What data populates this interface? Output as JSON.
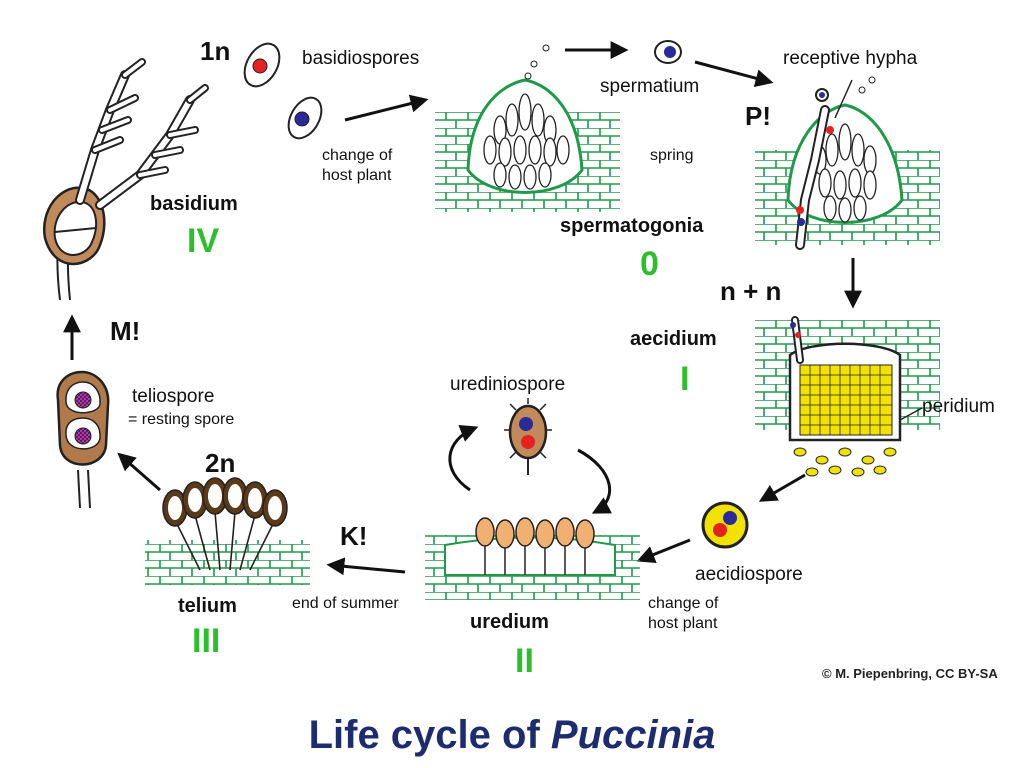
{
  "title": {
    "prefix": "Life cycle of ",
    "genus": "Puccinia"
  },
  "credit": "© M. Piepenbring, CC BY-SA",
  "labels": {
    "n1": "1n",
    "basidiospores": "basidiospores",
    "change_host_1a": "change of",
    "change_host_1b": "host plant",
    "spermatium": "spermatium",
    "receptive_hypha": "receptive hypha",
    "p": "P!",
    "spring": "spring",
    "spermatogonia": "spermatogonia",
    "stage_0": "0",
    "n_plus_n": "n + n",
    "aecidium": "aecidium",
    "stage_I": "I",
    "peridium": "peridium",
    "aecidiospore": "aecidiospore",
    "change_host_2a": "change of",
    "change_host_2b": "host plant",
    "urediniospore": "urediniospore",
    "uredium": "uredium",
    "stage_II": "II",
    "k": "K!",
    "end_of_summer": "end of summer",
    "telium": "telium",
    "stage_III": "III",
    "n2": "2n",
    "teliospore": "teliospore",
    "resting_spore": "= resting spore",
    "m": "M!",
    "basidium": "basidium",
    "stage_IV": "IV"
  },
  "colors": {
    "host_tissue": "#1f9a4a",
    "stage_numeral": "#2bbf2b",
    "nucleus_red": "#e52222",
    "nucleus_blue": "#2a2a9a",
    "aecidio_yellow": "#f2e200",
    "uredo_orange": "#f0b070",
    "telio_brown": "#b07a4a",
    "title_blue": "#1c2c6e"
  }
}
